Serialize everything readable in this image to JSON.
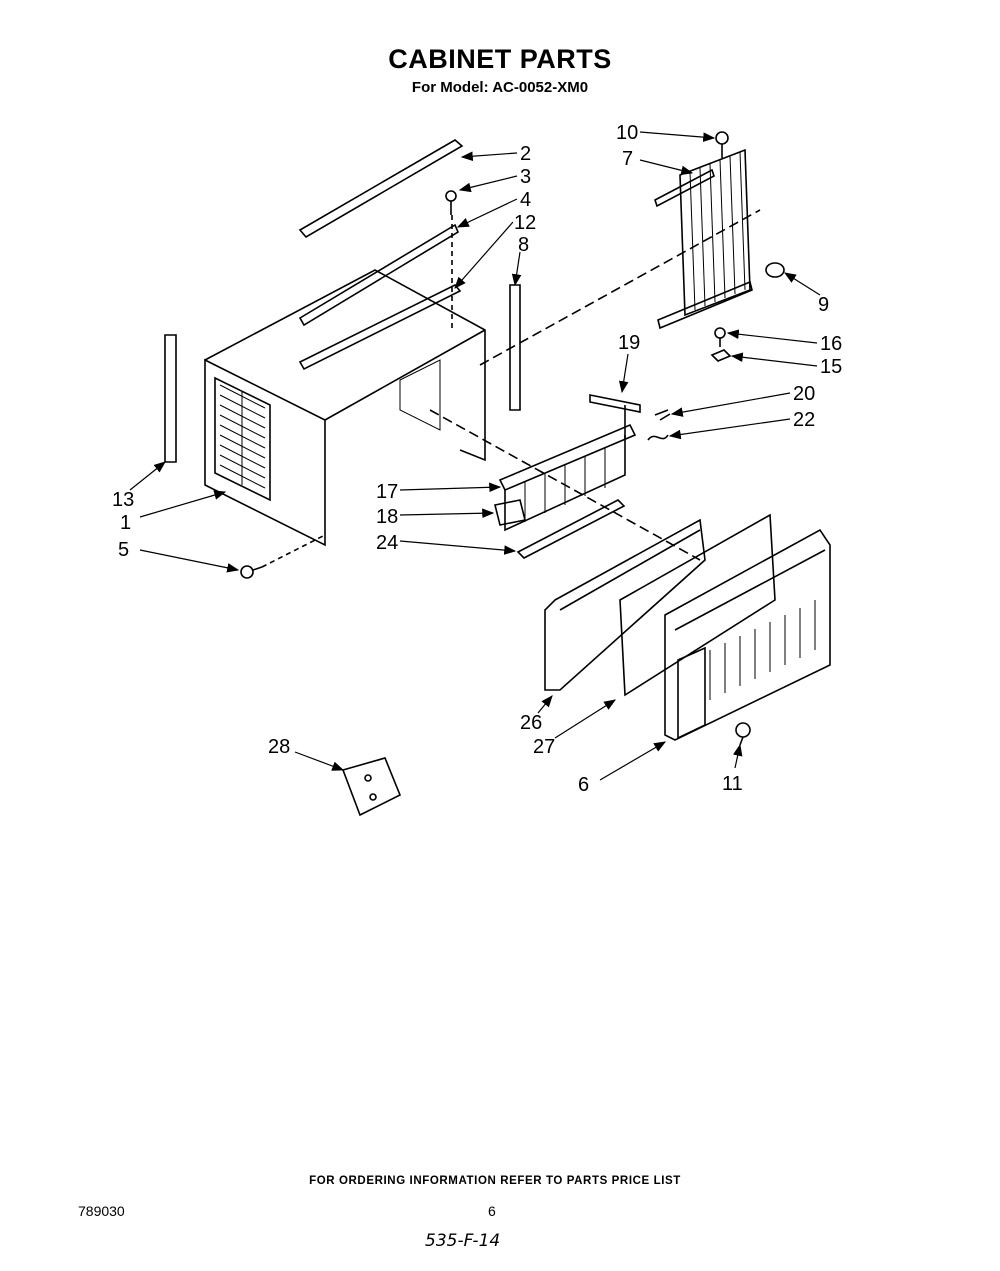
{
  "header": {
    "title": "CABINET PARTS",
    "model": "For Model: AC-0052-XM0"
  },
  "callouts": [
    "2",
    "3",
    "4",
    "12",
    "8",
    "10",
    "7",
    "9",
    "16",
    "15",
    "20",
    "22",
    "19",
    "17",
    "18",
    "24",
    "13",
    "1",
    "5",
    "26",
    "27",
    "6",
    "11",
    "28"
  ],
  "footer": {
    "note": "FOR ORDERING INFORMATION REFER TO PARTS PRICE LIST",
    "doc_number": "789030",
    "page_number": "6",
    "handwritten_code": "535-F-14"
  }
}
